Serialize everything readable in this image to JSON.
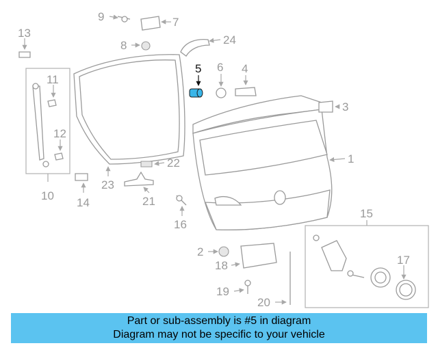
{
  "diagram": {
    "highlight_color": "#39b5e8",
    "callouts": {
      "c1": "1",
      "c2": "2",
      "c3": "3",
      "c4": "4",
      "c5": "5",
      "c6": "6",
      "c7": "7",
      "c8": "8",
      "c9": "9",
      "c10": "10",
      "c11": "11",
      "c12": "12",
      "c13": "13",
      "c14": "14",
      "c15": "15",
      "c16": "16",
      "c17": "17",
      "c18": "18",
      "c19": "19",
      "c20": "20",
      "c21": "21",
      "c22": "22",
      "c23": "23",
      "c24": "24"
    }
  },
  "caption": {
    "line1": "Part or sub-assembly is #5 in diagram",
    "line2": "Diagram may not be specific to your vehicle",
    "background": "#5bc3f0"
  }
}
